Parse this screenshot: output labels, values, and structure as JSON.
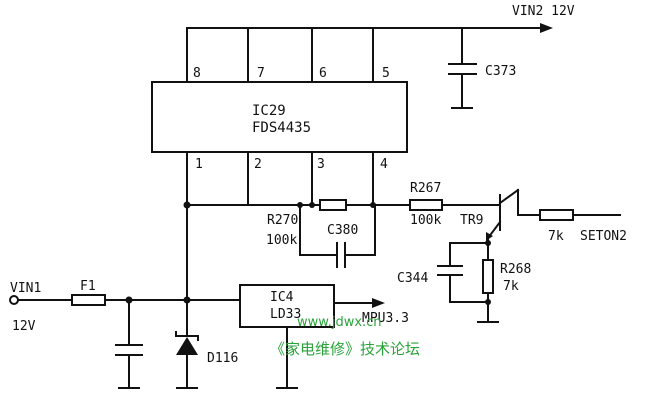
{
  "ic29": {
    "name": "IC29",
    "part": "FDS4435",
    "pins": [
      "8",
      "7",
      "6",
      "5",
      "1",
      "2",
      "3",
      "4"
    ]
  },
  "ic4": {
    "name": "IC4",
    "part": "LD33"
  },
  "nets": {
    "vin2": "VIN2 12V",
    "vin1": "VIN1",
    "vin1_voltage": "12V",
    "mpu": "MPU3.3",
    "seton": "SETON2"
  },
  "components": {
    "c373": "C373",
    "r270_name": "R270",
    "r270_value": "100k",
    "c380": "C380",
    "r267_name": "R267",
    "r267_value": "100k",
    "tr9": "TR9",
    "r_base": "7k",
    "c344": "C344",
    "r268_name": "R268",
    "r268_value": "7k",
    "f1": "F1",
    "d116": "D116"
  },
  "watermark": {
    "url": "www.jdwx.cn",
    "forum": "《家电维修》技术论坛"
  },
  "colors": {
    "ink": "#111111",
    "watermark": "#2aa33a",
    "background": "#ffffff"
  }
}
